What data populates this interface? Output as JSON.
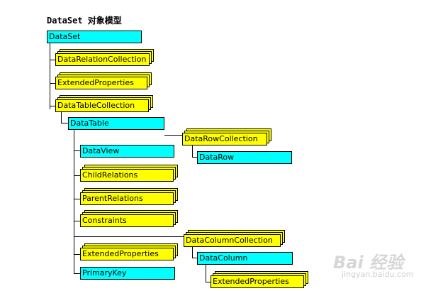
{
  "diagram": {
    "title": "DataSet 对象模型",
    "nodes": {
      "dataset": "DataSet",
      "data_relation_collection": "DataRelationCollection",
      "extended_properties_top": "ExtendedProperties",
      "data_table_collection": "DataTableCollection",
      "data_table": "DataTable",
      "data_row_collection": "DataRowCollection",
      "data_row": "DataRow",
      "data_view": "DataView",
      "child_relations": "ChildRelations",
      "parent_relations": "ParentRelations",
      "constraints": "Constraints",
      "data_column_collection": "DataColumnCollection",
      "extended_properties_table": "ExtendedProperties",
      "data_column": "DataColumn",
      "primary_key": "PrimaryKey",
      "extended_properties_column": "ExtendedProperties"
    },
    "legend_colors": {
      "object": "#00ffff",
      "collection": "#ffff00"
    }
  },
  "watermark": {
    "logo": "Bai 经验",
    "url": "jingyan.baidu.com"
  }
}
